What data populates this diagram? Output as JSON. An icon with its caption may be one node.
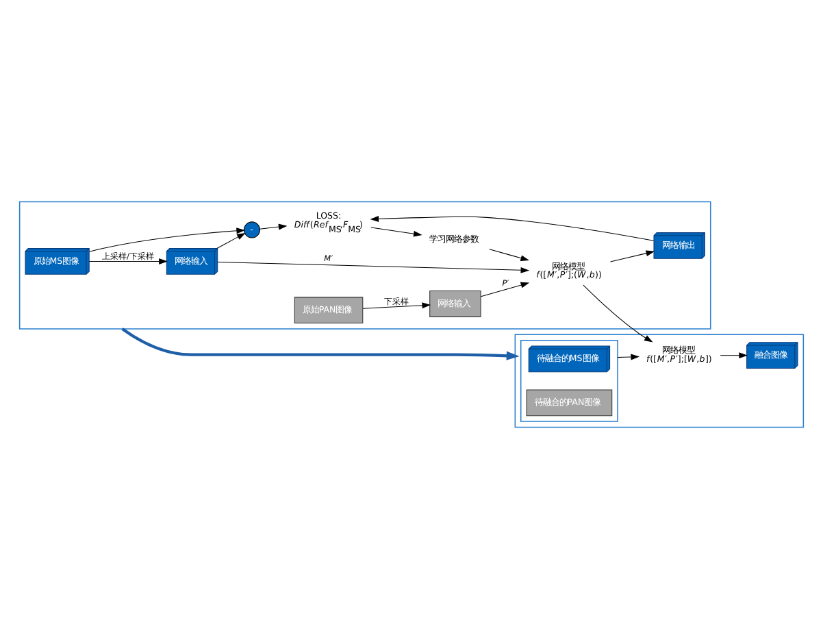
{
  "diagram": {
    "nodes": [
      {
        "text": [],
        "shape": "box"
      },
      {
        "text": [
          "原始MS图像"
        ],
        "in": 0
      },
      {
        "text": [
          "网络输入"
        ],
        "in": 0
      },
      {
        "text": [
          "-"
        ],
        "in": 0
      },
      {
        "text": [
          "LOSS:",
          "*Diff*(*Ref*$_{MS}$,*F*$_{MS}$)"
        ],
        "in": 0
      },
      {
        "text": [
          "学习网络参数"
        ],
        "in": 0
      },
      {
        "text": [
          "网络模型",
          "*f*([*M*′,*P*′];(*W*,*b*))"
        ],
        "in": 0
      },
      {
        "text": [
          "网络输出"
        ],
        "in": 0
      },
      {
        "text": [
          "原始PAN图像"
        ],
        "in": 0
      },
      {
        "text": [
          "网络输入"
        ],
        "in": 0
      },
      {
        "text": [],
        "shape": "box"
      },
      {
        "text": [],
        "shape": "box",
        "in": 10
      },
      {
        "text": [
          "待融合的MS图像"
        ],
        "in": 11
      },
      {
        "text": [
          "待融合的PAN图像"
        ],
        "in": 11
      },
      {
        "text": [
          "网络模型",
          "*f*([*M*′,*P*′];[*W*,*b*])"
        ],
        "in": 10
      },
      {
        "text": [
          "融合图像"
        ],
        "in": 10
      }
    ],
    "edges": [
      {
        "from": 1,
        "to": 3,
        "arrow": "to"
      },
      {
        "from": 2,
        "to": 3,
        "arrow": "to"
      },
      {
        "from": 3,
        "to": 4,
        "arrow": "to"
      },
      {
        "from": 7,
        "to": 4,
        "arrow": "to"
      },
      {
        "from": 1,
        "to": 2,
        "arrow": "to",
        "label": "上采样/下采样"
      },
      {
        "from": 4,
        "to": 5,
        "arrow": "to"
      },
      {
        "from": 5,
        "to": 6,
        "arrow": "to"
      },
      {
        "from": 2,
        "to": 6,
        "arrow": "to",
        "label": "*M*′"
      },
      {
        "from": 8,
        "to": 9,
        "arrow": "to",
        "label": "下采样"
      },
      {
        "from": 9,
        "to": 6,
        "arrow": "to",
        "label": "*P*′"
      },
      {
        "from": 6,
        "to": 7,
        "arrow": "to"
      },
      {
        "from": 0,
        "to": 10,
        "arrow": "to",
        "style": "thick",
        "color": "#1f5fa8"
      },
      {
        "from": 6,
        "to": 14,
        "arrow": "to"
      },
      {
        "from": 11,
        "to": 14,
        "arrow": "to"
      },
      {
        "from": 14,
        "to": 15,
        "arrow": "to"
      }
    ]
  }
}
